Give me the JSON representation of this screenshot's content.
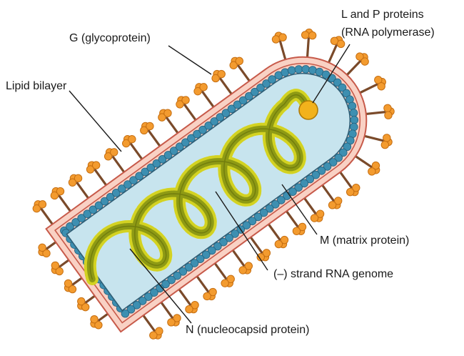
{
  "figure": {
    "title": "",
    "colors": {
      "envelope_outer": "#e98b7e",
      "envelope_fill": "#f9d1c4",
      "interior": "#c7e4ee",
      "matrix_protein": "#3d8fb1",
      "nucleocapsid_dark": "#8e9a14",
      "nucleocapsid_light": "#e9e92a",
      "glycoprotein_stalk": "#7a4a2a",
      "glycoprotein_head": "#f39b2f",
      "polymerase": "#f2b21c",
      "leader_line": "#1a1a1a"
    }
  },
  "labels": {
    "glycoprotein": "G (glycoprotein)",
    "lp_proteins_line1": "L and P proteins",
    "lp_proteins_line2": "(RNA polymerase)",
    "lipid_bilayer": "Lipid bilayer",
    "matrix_protein": "M (matrix protein)",
    "rna_genome": "(–) strand RNA genome",
    "nucleocapsid": "N (nucleocapsid protein)"
  },
  "icons": {
    "glycoprotein_spike": "glycoprotein-spike-icon",
    "matrix_bead": "matrix-protein-icon",
    "polymerase": "polymerase-icon"
  }
}
